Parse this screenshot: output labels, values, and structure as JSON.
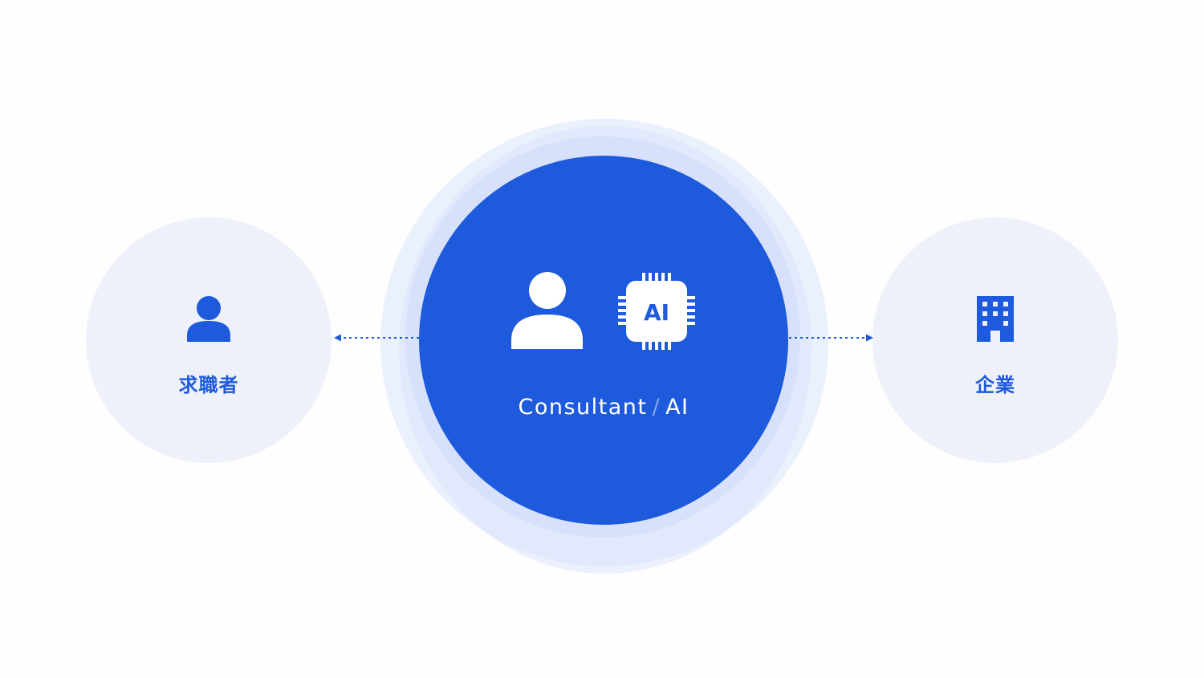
{
  "nodes": {
    "left": {
      "label": "求職者",
      "icon": "person-icon"
    },
    "center": {
      "label_main": "Consultant",
      "label_sep": "/",
      "label_ai": "AI",
      "icons": [
        "person-icon",
        "ai-chip-icon"
      ],
      "chip_text": "AI"
    },
    "right": {
      "label": "企業",
      "icon": "building-icon"
    }
  },
  "colors": {
    "primary": "#1e5bdc",
    "side_bg": "#eef1f9",
    "halo": "#dbe4fc",
    "background": "#fefefe"
  }
}
